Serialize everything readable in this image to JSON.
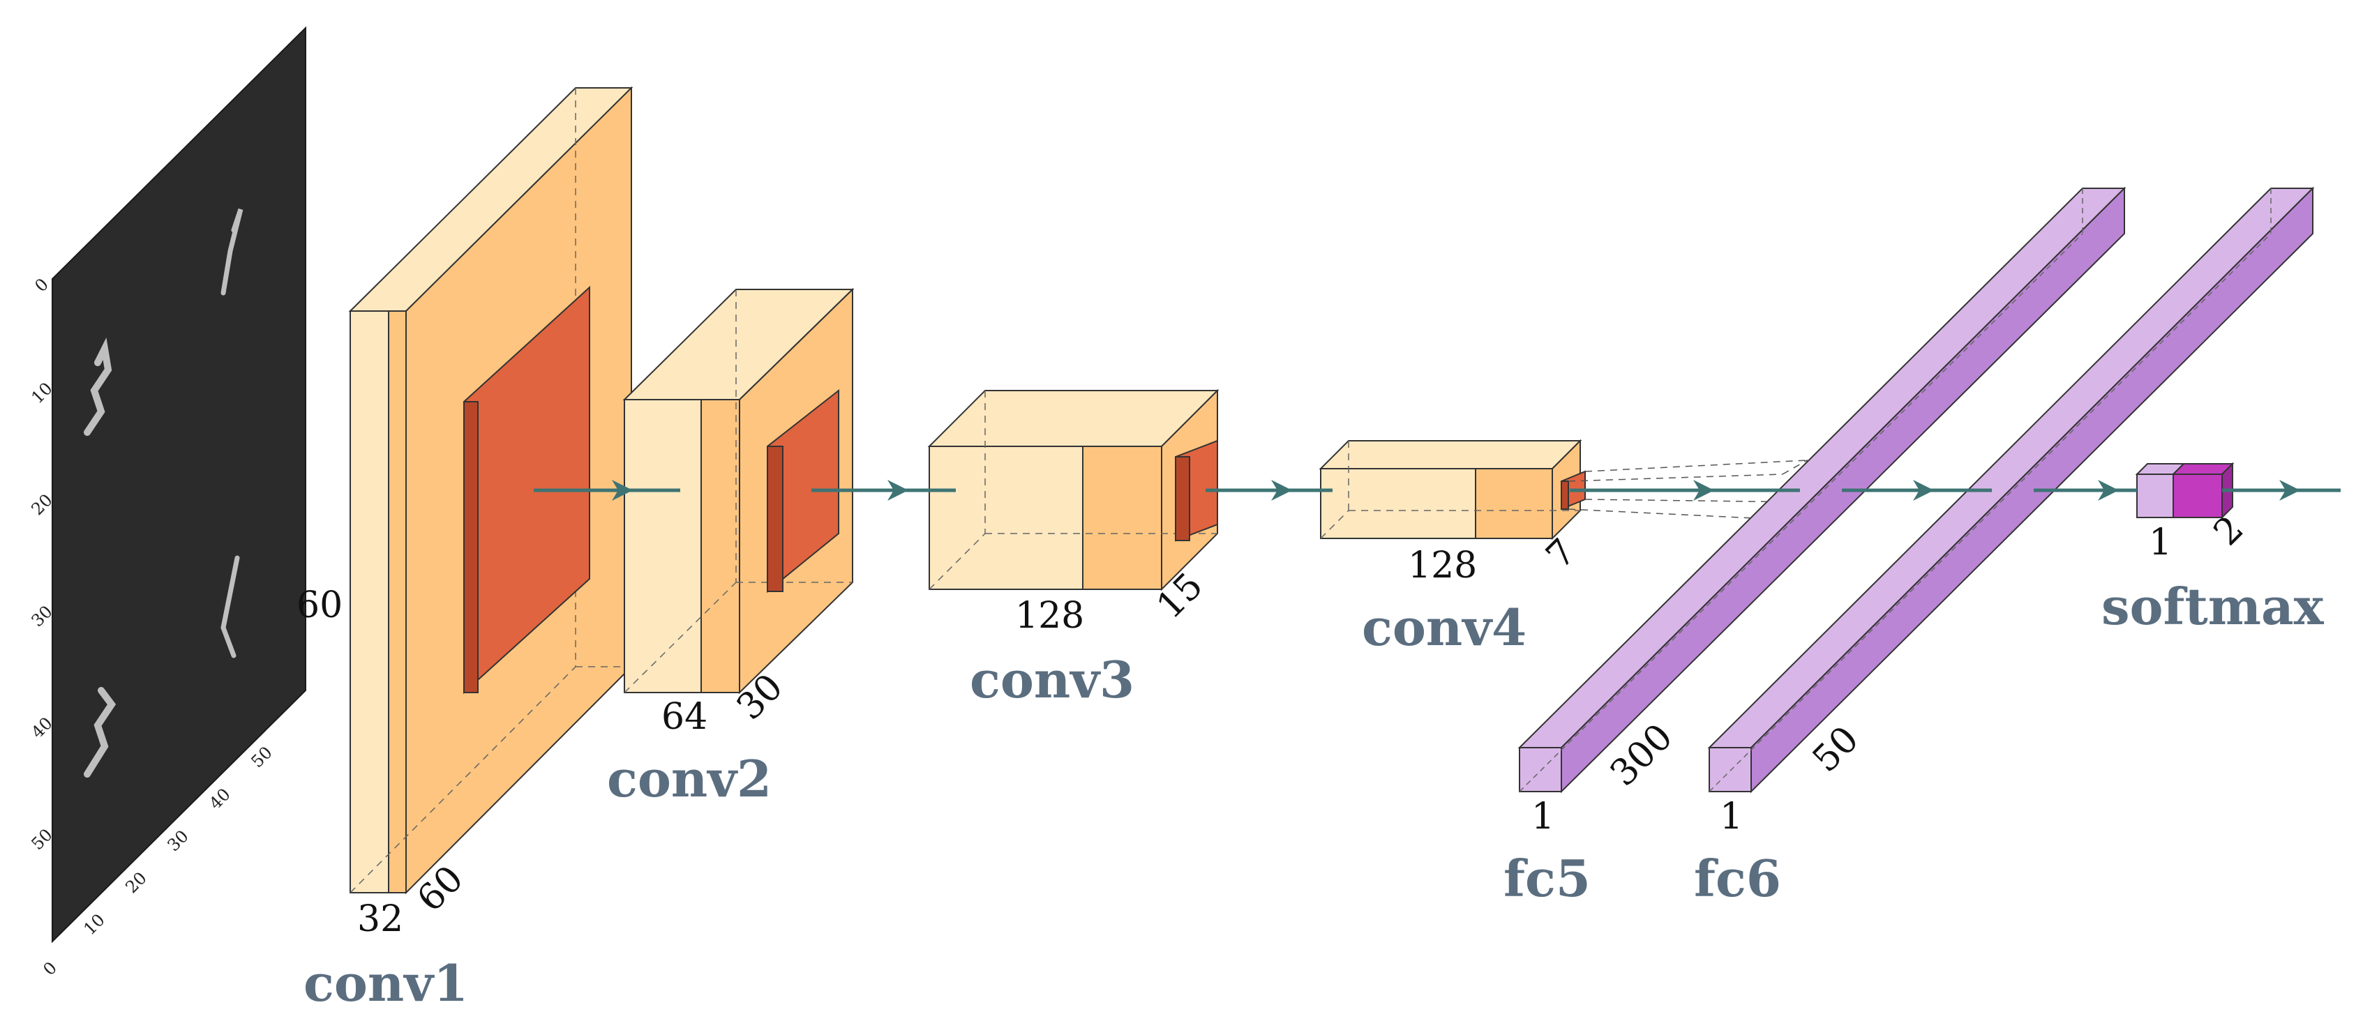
{
  "input_image": {
    "x_ticks": [
      "0",
      "10",
      "20",
      "30",
      "40",
      "50"
    ],
    "y_ticks": [
      "0",
      "10",
      "20",
      "30",
      "40",
      "50"
    ]
  },
  "layers": [
    {
      "name": "conv1",
      "height_label": "60",
      "width_label": "32",
      "depth_label": "60"
    },
    {
      "name": "conv2",
      "width_label": "64",
      "depth_label": "30"
    },
    {
      "name": "conv3",
      "width_label": "128",
      "depth_label": "15"
    },
    {
      "name": "conv4",
      "width_label": "128",
      "depth_label": "7"
    },
    {
      "name": "fc5",
      "width_label": "1",
      "depth_label": "300"
    },
    {
      "name": "fc6",
      "width_label": "1",
      "depth_label": "50"
    },
    {
      "name": "softmax",
      "width_label": "1",
      "depth_label": "2"
    }
  ],
  "colors": {
    "conv_light": "#fde8c0",
    "conv_mid": "#fdc57f",
    "conv_dark": "#f2a762",
    "pool": "#e0643f",
    "pool_dark": "#b8472a",
    "fc_light": "#d9b6e8",
    "fc_mid": "#bb85d6",
    "fc_dark": "#9b5fb8",
    "softmax": "#c23bbf",
    "arrow": "#3e7474",
    "label": "#5b6e80"
  }
}
